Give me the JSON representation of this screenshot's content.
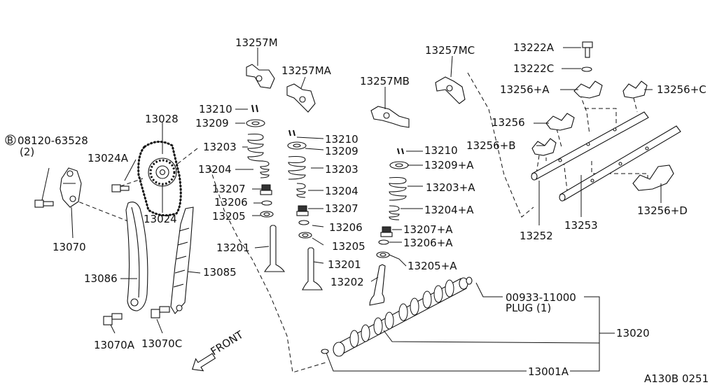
{
  "labels": {
    "p13257m": "13257M",
    "p13257ma": "13257MA",
    "p13257mb": "13257MB",
    "p13257mc": "13257MC",
    "p13222a": "13222A",
    "p13222c": "13222C",
    "p13256a": "13256+A",
    "p13256c": "13256+C",
    "p13256": "13256",
    "p13256b": "13256+B",
    "p13256d": "13256+D",
    "p13252": "13252",
    "p13253": "13253",
    "p13028": "13028",
    "bolt_code": "08120-63528",
    "bolt_circle": "B",
    "bolt_qty": "(2)",
    "p13024a": "13024A",
    "p13024": "13024",
    "p13070": "13070",
    "p13086": "13086",
    "p13085": "13085",
    "p13070a": "13070A",
    "p13070c": "13070C",
    "front": "FRONT",
    "l13210": "13210",
    "l13209": "13209",
    "l13203": "13203",
    "l13204": "13204",
    "l13207": "13207",
    "l13206": "13206",
    "l13205": "13205",
    "l13201": "13201",
    "c13210": "13210",
    "c13209": "13209",
    "c13203": "13203",
    "c13204": "13204",
    "c13207": "13207",
    "c13206": "13206",
    "c13205": "13205",
    "c13201": "13201",
    "r13210": "13210",
    "r13209a": "13209+A",
    "r13203a": "13203+A",
    "r13204a": "13204+A",
    "r13207a": "13207+A",
    "r13206a": "13206+A",
    "r13205a": "13205+A",
    "p13202": "13202",
    "plug_code": "00933-11000",
    "plug_name": "PLUG (1)",
    "p13020": "13020",
    "p13001a": "13001A",
    "figure_code": "A130B 0251"
  },
  "icons": [
    "rocker-arm-icon",
    "valve-spring-icon",
    "valve-icon",
    "camshaft-icon",
    "chain-sprocket-icon",
    "chain-guide-icon",
    "tensioner-icon",
    "bolt-icon",
    "rocker-shaft-icon",
    "front-arrow-icon"
  ]
}
